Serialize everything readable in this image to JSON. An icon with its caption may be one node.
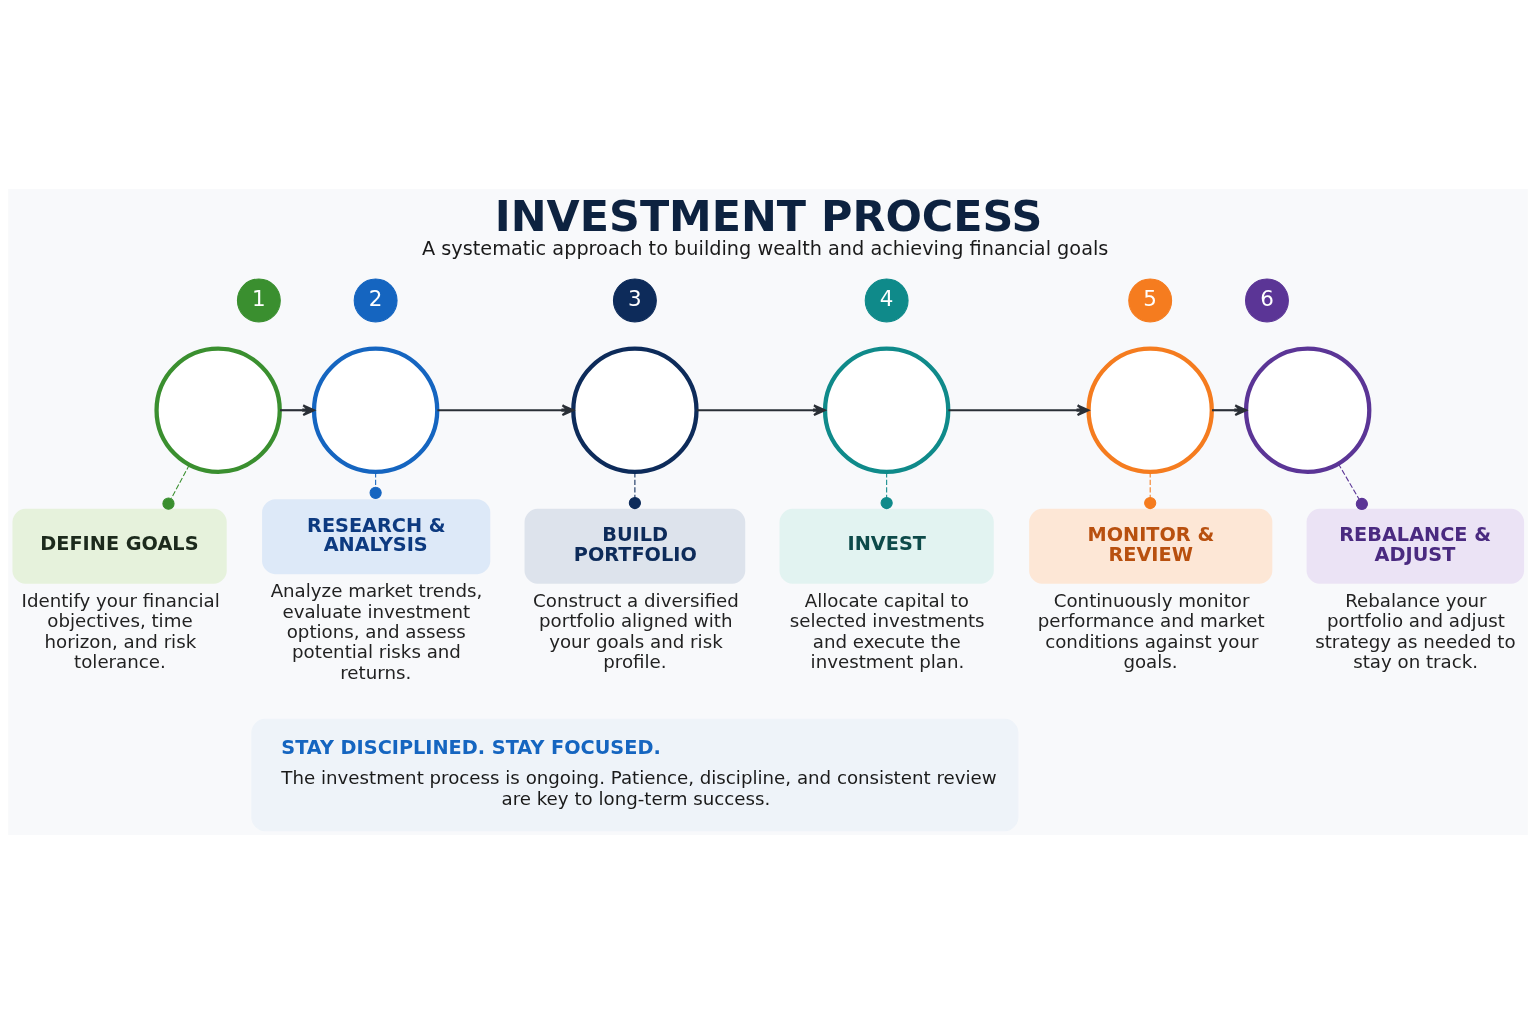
{
  "diagram": {
    "title": "INVESTMENT PROCESS",
    "caption": "A systematic approach to building wealth and achieving financial goals",
    "nodes": [
      {
        "text": [
          "1"
        ]
      },
      {
        "text": [],
        "shape": "circle"
      },
      {
        "text": [
          "DEFINE GOALS"
        ],
        "beside": [
          "Identify your financial objectives, time horizon, and risk tolerance."
        ]
      },
      {
        "text": [
          "2"
        ]
      },
      {
        "text": [],
        "shape": "circle"
      },
      {
        "text": [
          "RESEARCH & ANALYSIS"
        ],
        "beside": [
          "Analyze market trends, evaluate investment options, and assess potential risks and returns."
        ]
      },
      {
        "text": [
          "3"
        ]
      },
      {
        "text": [],
        "shape": "circle"
      },
      {
        "text": [
          "BUILD PORTFOLIO"
        ],
        "beside": [
          "Construct a diversified portfolio aligned with your goals and risk profile."
        ]
      },
      {
        "text": [
          "4"
        ]
      },
      {
        "text": [],
        "shape": "circle"
      },
      {
        "text": [
          "INVEST"
        ],
        "beside": [
          "Allocate capital to selected investments and execute the investment plan."
        ]
      },
      {
        "text": [
          "5"
        ]
      },
      {
        "text": [],
        "shape": "circle"
      },
      {
        "text": [
          "MONITOR & REVIEW"
        ],
        "beside": [
          "Continuously monitor performance and market conditions against your goals."
        ]
      },
      {
        "text": [
          "6"
        ]
      },
      {
        "text": [],
        "shape": "circle"
      },
      {
        "text": [
          "REBALANCE & ADJUST"
        ],
        "beside": [
          "Rebalance your portfolio and adjust strategy as needed to stay on track."
        ]
      },
      {
        "text": [
          "STAY DISCIPLINED. STAY FOCUSED.",
          "The investment process is ongoing. Patience, discipline, and consistent review are key to long-term success."
        ]
      }
    ],
    "edges": [
      {
        "from": 1,
        "to": 4,
        "arrow": "to"
      },
      {
        "from": 4,
        "to": 7,
        "arrow": "to"
      },
      {
        "from": 7,
        "to": 10,
        "arrow": "to"
      },
      {
        "from": 10,
        "to": 13,
        "arrow": "to"
      },
      {
        "from": 13,
        "to": 16,
        "arrow": "to"
      },
      {
        "from": 1,
        "to": 2,
        "arrow": "other",
        "style": "dashed",
        "color": "#3a8f2f"
      },
      {
        "from": 4,
        "to": 5,
        "arrow": "other",
        "style": "dashed",
        "color": "#1565c0"
      },
      {
        "from": 7,
        "to": 8,
        "arrow": "other",
        "style": "dashed",
        "color": "#0d2b5a"
      },
      {
        "from": 10,
        "to": 11,
        "arrow": "other",
        "style": "dashed",
        "color": "#0f8a8a"
      },
      {
        "from": 13,
        "to": 14,
        "arrow": "other",
        "style": "dashed",
        "color": "#f57c1f"
      },
      {
        "from": 16,
        "to": 17,
        "arrow": "other",
        "style": "dashed",
        "color": "#5b3596"
      }
    ]
  }
}
